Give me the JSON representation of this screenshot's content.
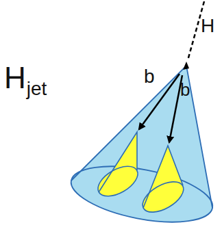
{
  "diagram": {
    "labels": [
      "H",
      "H",
      "jet",
      "b",
      "b"
    ]
  }
}
